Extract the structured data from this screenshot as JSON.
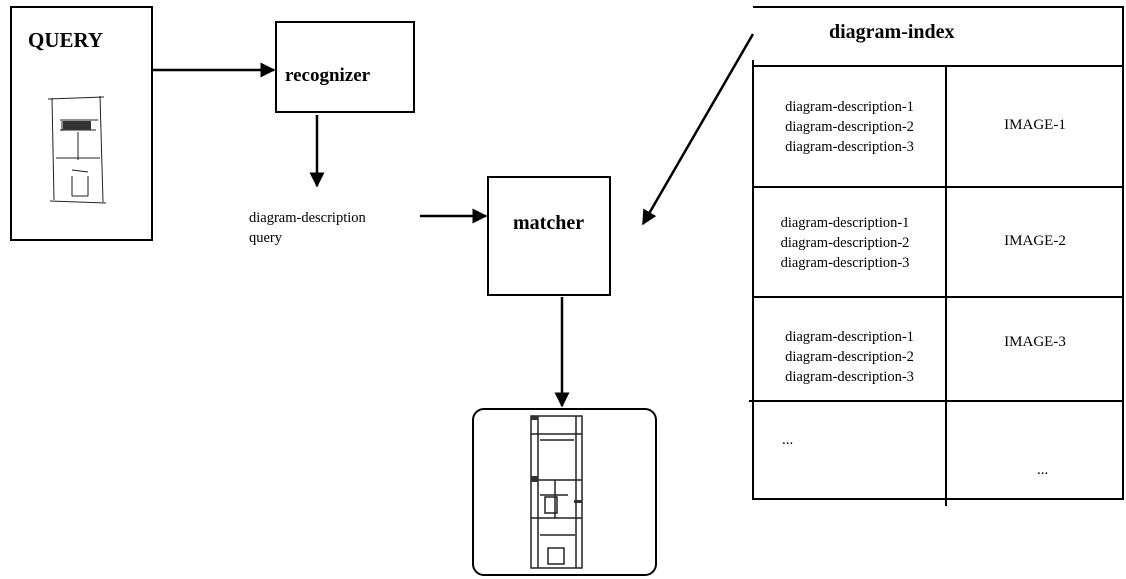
{
  "query": {
    "title": "QUERY"
  },
  "recognizer": {
    "label": "recognizer"
  },
  "matcher": {
    "label": "matcher"
  },
  "description_query": {
    "line1": "diagram-description",
    "line2": "query"
  },
  "index": {
    "title": "diagram-index",
    "rows": [
      {
        "descriptions": [
          "diagram-description-1",
          "diagram-description-2",
          "diagram-description-3"
        ],
        "image": "IMAGE-1"
      },
      {
        "descriptions": [
          "diagram-description-1",
          "diagram-description-2",
          "diagram-description-3"
        ],
        "image": "IMAGE-2"
      },
      {
        "descriptions": [
          "diagram-description-1",
          "diagram-description-2",
          "diagram-description-3"
        ],
        "image": "IMAGE-3"
      }
    ],
    "ellipsis_left": "...",
    "ellipsis_right": "..."
  }
}
